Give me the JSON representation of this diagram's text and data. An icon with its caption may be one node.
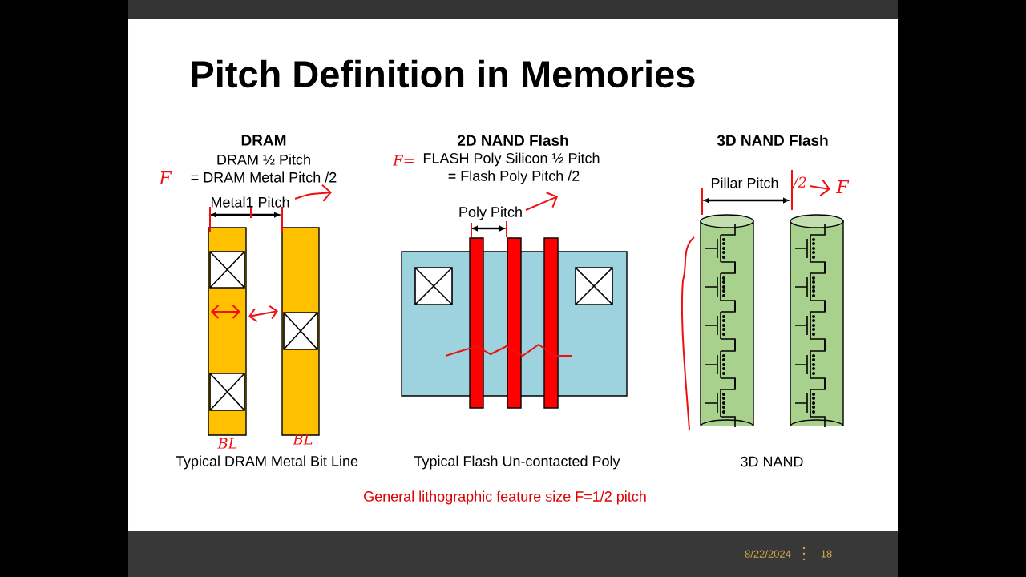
{
  "diagram": {
    "title": "Pitch Definition in Memories",
    "labels": [
      "DRAM",
      "2D NAND Flash",
      "3D NAND Flash",
      "DRAM ½ Pitch",
      "FLASH Poly Silicon ½ Pitch",
      "F",
      "= DRAM Metal Pitch /2",
      "F=",
      "= Flash Poly Pitch /2",
      "Pillar Pitch",
      "/2",
      "F",
      "Metal1 Pitch",
      "Poly Pitch",
      "BL",
      "BL",
      "Typical DRAM Metal Bit Line",
      "Typical Flash Un-contacted Poly",
      "3D NAND",
      "General lithographic feature size F=1/2 pitch",
      "8/22/2024",
      "18"
    ]
  }
}
